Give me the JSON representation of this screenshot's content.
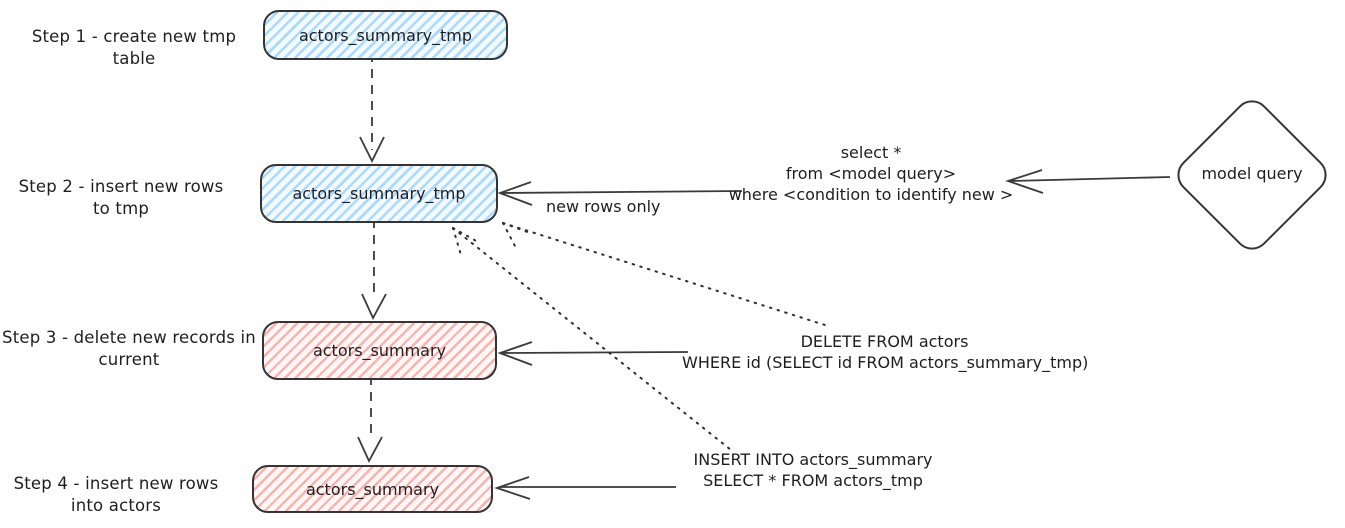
{
  "diagram": {
    "background": "#ffffff",
    "stroke_color": "#343434",
    "text_color": "#1e1e1e",
    "node_colors": {
      "blue_hatch": "#a5d8ff",
      "red_hatch": "#ffc9c9"
    },
    "steps": [
      {
        "label_lines": [
          "Step 1 - create new tmp table"
        ],
        "node_label": "actors_summary_tmp",
        "node_style": "blue"
      },
      {
        "label_lines": [
          "Step 2 - insert new rows",
          "to tmp"
        ],
        "node_label": "actors_summary_tmp",
        "node_style": "blue"
      },
      {
        "label_lines": [
          "Step 3 - delete new records in",
          "current"
        ],
        "node_label": "actors_summary",
        "node_style": "red"
      },
      {
        "label_lines": [
          "Step 4 - insert new rows",
          "into actors"
        ],
        "node_label": "actors_summary",
        "node_style": "red"
      }
    ],
    "model_query_node": {
      "label": "model query"
    },
    "annotations": {
      "new_rows_only": "new rows only",
      "model_query_sql": [
        "select *",
        "from <model query>",
        "where <condition to identify new >"
      ],
      "delete_sql": [
        "DELETE FROM actors",
        "WHERE id (SELECT id FROM actors_summary_tmp)"
      ],
      "insert_sql": [
        "INSERT INTO actors_summary",
        "SELECT * FROM actors_tmp"
      ]
    }
  }
}
